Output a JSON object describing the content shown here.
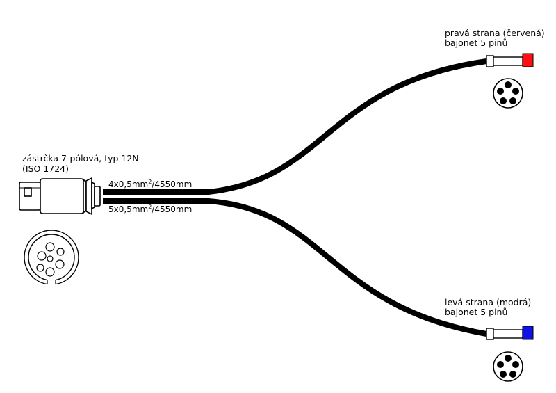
{
  "plug": {
    "label_line1": "zástrčka 7-pólová, typ 12N",
    "label_line2": "(ISO 1724)"
  },
  "cables": {
    "upper": {
      "base": "4x0,5mm",
      "sup": "2",
      "rest": "/4550mm"
    },
    "lower": {
      "base": "5x0,5mm",
      "sup": "2",
      "rest": "/4550mm"
    }
  },
  "right_side": {
    "label_line1": "pravá  strana (červená)",
    "label_line2": "bajonet 5 pinů",
    "color": "#ff0f14"
  },
  "left_side": {
    "label_line1": "levá  strana (modrá)",
    "label_line2": "bajonet 5 pinů",
    "color": "#1010e8"
  },
  "cable_color": "#000000"
}
